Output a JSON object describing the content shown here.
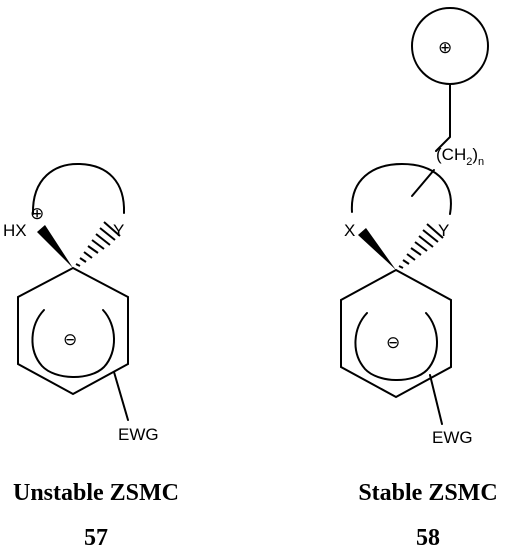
{
  "structure_57": {
    "label_hx": "HX",
    "label_y": "Y",
    "charge_plus": "⊕",
    "charge_minus": "⊖",
    "label_ewg": "EWG",
    "caption": "Unstable ZSMC",
    "number": "57"
  },
  "structure_58": {
    "label_x": "X",
    "label_y": "Y",
    "charge_plus": "⊕",
    "charge_minus": "⊖",
    "label_chain": "(CH",
    "label_chain_sub1": "2",
    "label_chain_close": ")",
    "label_chain_sub2": "n",
    "label_ewg": "EWG",
    "caption": "Stable ZSMC",
    "number": "58"
  }
}
